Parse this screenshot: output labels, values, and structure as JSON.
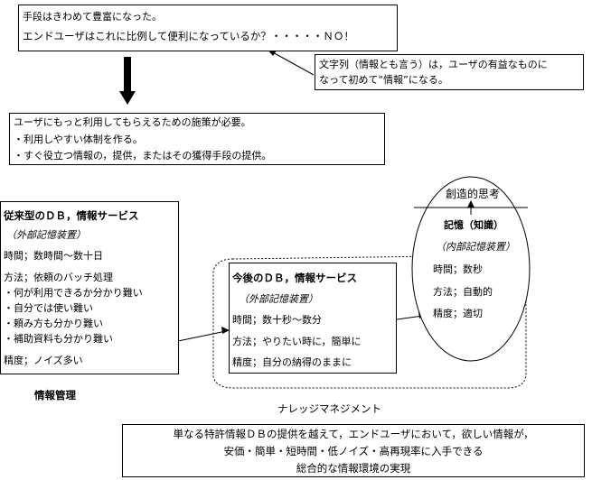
{
  "top_box": {
    "line1": "手段はきわめて豊富になった。",
    "line2": "エンドユーザはこれに比例して便利になっているか？・・・・・ＮＯ！"
  },
  "note_box": {
    "line1": "文字列（情報とも言う）は，ユーザの有益なものに",
    "line2": "なって初めて“情報”になる。"
  },
  "measures_box": {
    "line1": "ユーザにもっと利用してもらえるための施策が必要。",
    "line2": "・利用しやすい体制を作る。",
    "line3": "・すぐ役立つ情報の，提供，またはその獲得手段の提供。"
  },
  "traditional_box": {
    "title": "従来型のＤＢ，情報サービス",
    "subtitle": "（外部記憶装置）",
    "time": "時間；数時間～数十日",
    "method": "方法；依頼のバッチ処理",
    "bullets": [
      "・何が利用できるか分かり難い",
      "・自分では使い難い",
      "・頼み方も分かり難い",
      "・補助資料も分かり難い"
    ],
    "accuracy": "精度；ノイズ多い"
  },
  "info_management_label": "情報管理",
  "future_box": {
    "title": "今後のＤＢ，情報サービス",
    "subtitle": "（外部記憶装置）",
    "time": "時間；数十秒～数分",
    "method": "方法；やりたい時に，簡単に",
    "accuracy": "精度；自分の納得のままに"
  },
  "knowledge_management_label": "ナレッジマネジメント",
  "ellipse": {
    "top_label": "創造的思考",
    "title": "記憶（知識）",
    "subtitle": "（内部記憶装置）",
    "time": "時間；数秒",
    "method": "方法；自動的",
    "accuracy": "精度；適切"
  },
  "bottom_box": {
    "line1": "単なる特許情報ＤＢの提供を越えて，エンドユーザにおいて，欲しい情報が，",
    "line2": "安価・簡単・短時間・低ノイズ・高再現率に入手できる",
    "line3": "総合的な情報環境の実現"
  }
}
